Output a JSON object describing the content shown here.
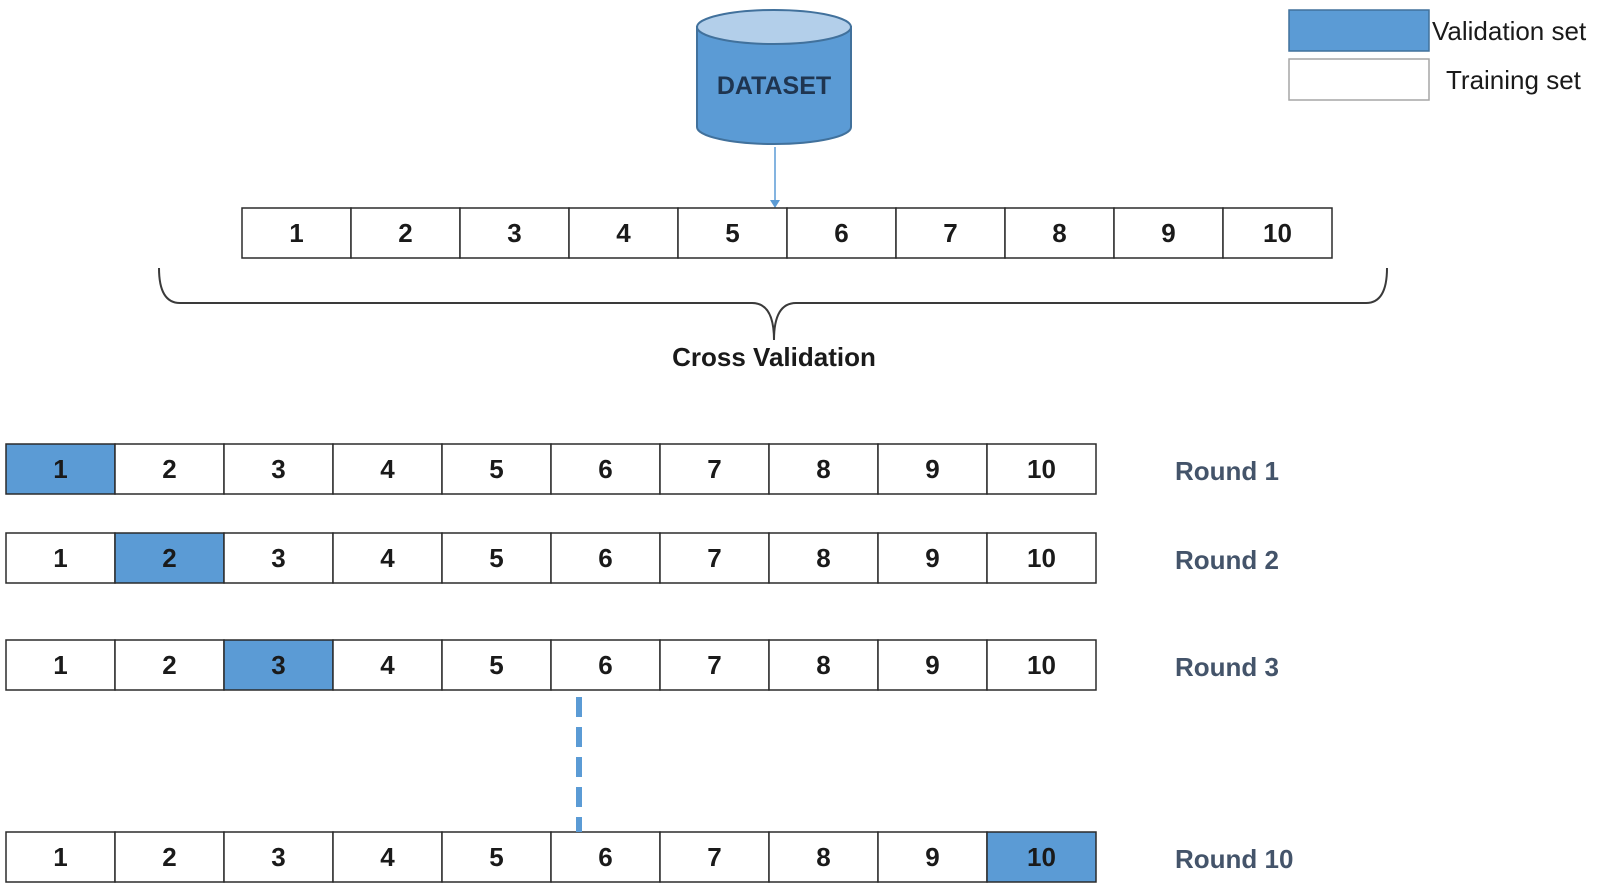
{
  "dataset_label": "DATASET",
  "legend": {
    "validation_label": "Validation set",
    "training_label": "Training set"
  },
  "cross_validation_label": "Cross Validation",
  "folds": [
    "1",
    "2",
    "3",
    "4",
    "5",
    "6",
    "7",
    "8",
    "9",
    "10"
  ],
  "rounds": [
    {
      "label": "Round 1",
      "validation_fold": 1
    },
    {
      "label": "Round 2",
      "validation_fold": 2
    },
    {
      "label": "Round 3",
      "validation_fold": 3
    },
    {
      "label": "Round 10",
      "validation_fold": 10
    }
  ],
  "colors": {
    "validation": "#5b9bd5",
    "training": "#ffffff",
    "database_fill": "#5b9bd5",
    "database_top": "#b3cfea",
    "round_label": "#44546a",
    "dashed_line": "#5b9bd5"
  }
}
